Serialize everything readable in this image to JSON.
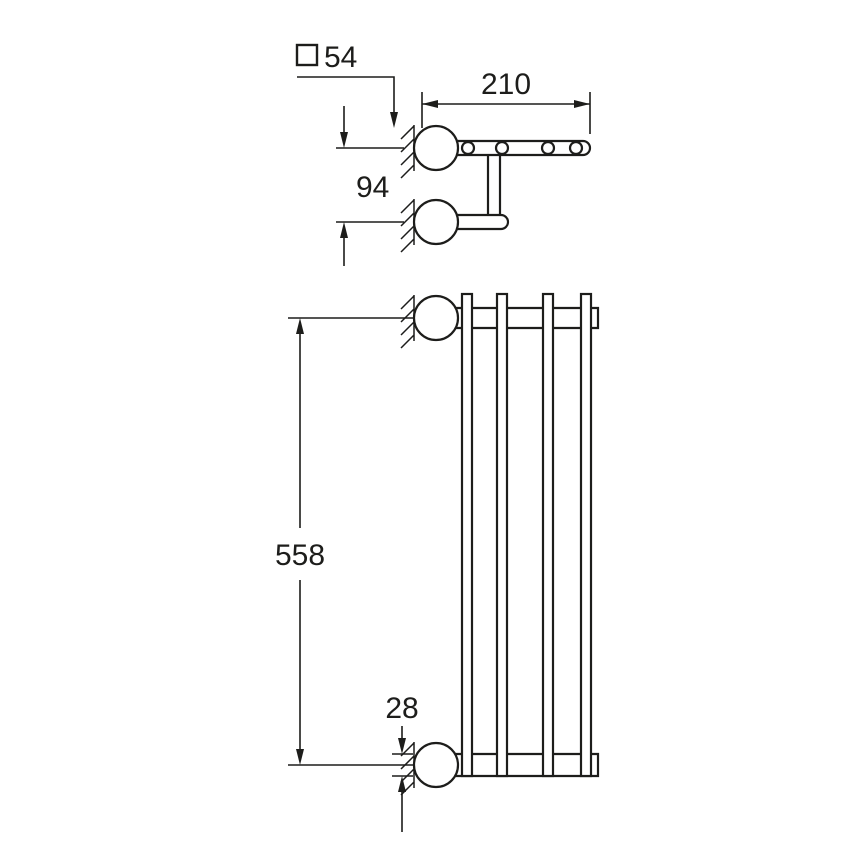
{
  "colors": {
    "background": "#ffffff",
    "line": "#1d1d1b"
  },
  "drawing": {
    "side_view": {
      "flange_size_label": "54",
      "depth_label": "210",
      "bar_offset_label": "94"
    },
    "plan_view": {
      "width_label": "558",
      "profile_label": "28"
    }
  }
}
